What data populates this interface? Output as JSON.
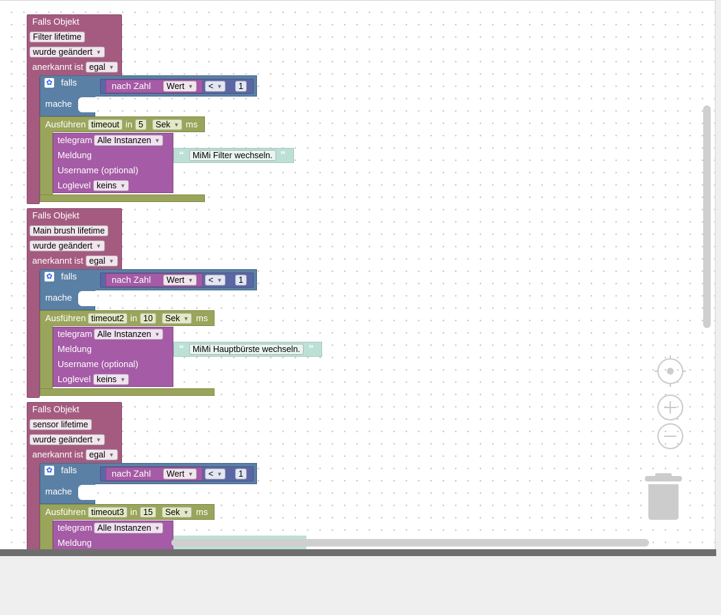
{
  "blocks": [
    {
      "event_label": "Falls Objekt",
      "object": "Filter lifetime",
      "trigger": "wurde geändert",
      "ack_label": "anerkannt ist",
      "ack_value": "egal",
      "if_label": "falls",
      "tonum_label": "nach Zahl",
      "value_field": "Wert",
      "operator": "<",
      "compare_number": "1",
      "do_label": "mache",
      "exec_label": "Ausführen",
      "timeout_name": "timeout",
      "in_label": "in",
      "delay": "5",
      "unit": "Sek",
      "ms_label": "ms",
      "telegram_label": "telegram",
      "instance": "Alle Instanzen",
      "message_label": "Meldung",
      "message_text": "MiMi Filter wechseln.",
      "username_label": "Username (optional)",
      "loglevel_label": "Loglevel",
      "loglevel_value": "keins"
    },
    {
      "event_label": "Falls Objekt",
      "object": "Main brush lifetime",
      "trigger": "wurde geändert",
      "ack_label": "anerkannt ist",
      "ack_value": "egal",
      "if_label": "falls",
      "tonum_label": "nach Zahl",
      "value_field": "Wert",
      "operator": "<",
      "compare_number": "1",
      "do_label": "mache",
      "exec_label": "Ausführen",
      "timeout_name": "timeout2",
      "in_label": "in",
      "delay": "10",
      "unit": "Sek",
      "ms_label": "ms",
      "telegram_label": "telegram",
      "instance": "Alle Instanzen",
      "message_label": "Meldung",
      "message_text": "MiMi Hauptbürste wechseln.",
      "username_label": "Username (optional)",
      "loglevel_label": "Loglevel",
      "loglevel_value": "keins"
    },
    {
      "event_label": "Falls Objekt",
      "object": "sensor lifetime",
      "trigger": "wurde geändert",
      "ack_label": "anerkannt ist",
      "ack_value": "egal",
      "if_label": "falls",
      "tonum_label": "nach Zahl",
      "value_field": "Wert",
      "operator": "<",
      "compare_number": "1",
      "do_label": "mache",
      "exec_label": "Ausführen",
      "timeout_name": "timeout3",
      "in_label": "in",
      "delay": "15",
      "unit": "Sek",
      "ms_label": "ms",
      "telegram_label": "telegram",
      "instance": "Alle Instanzen",
      "message_label": "Meldung"
    }
  ],
  "icons": {
    "gear": "gear-icon",
    "dropdown": "chevron-down-icon",
    "center": "crosshair-icon",
    "zoom_in": "plus-icon",
    "zoom_out": "minus-icon",
    "trash": "trash-icon"
  },
  "colors": {
    "event": "#a55b80",
    "logic": "#5b80a5",
    "timeout": "#9aa55b",
    "telegram": "#a55ba5",
    "string": "#bce0d6"
  }
}
